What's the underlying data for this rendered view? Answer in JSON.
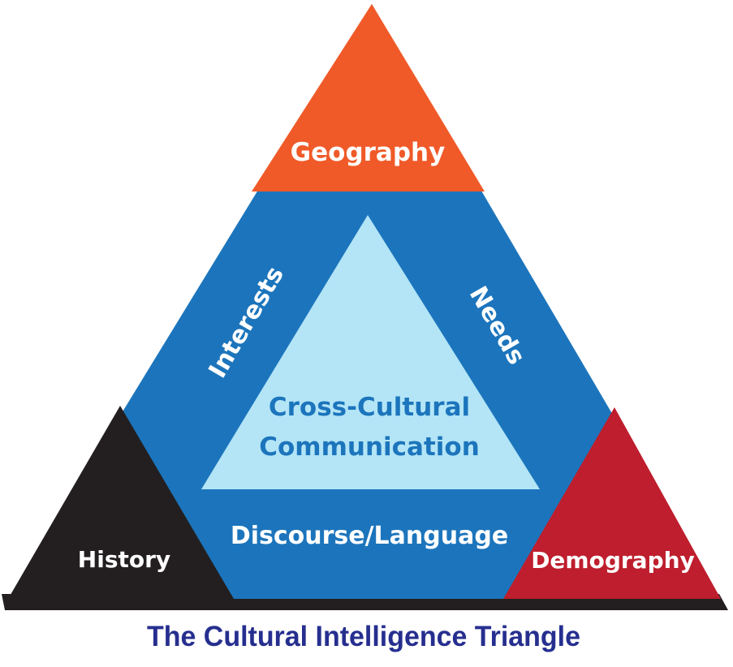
{
  "diagram": {
    "center": {
      "line1": "Cross-Cultural",
      "line2": "Communication"
    },
    "sides": {
      "left": "Interests",
      "right": "Needs",
      "bottom": "Discourse/Language"
    },
    "corners": {
      "top": "Geography",
      "bottom_left": "History",
      "bottom_right": "Demography"
    },
    "caption": "The Cultural Intelligence Triangle"
  },
  "colors": {
    "geography": "#f05a28",
    "history": "#231f20",
    "demography": "#be1e2d",
    "middle": "#1c75bc",
    "center": "#b3e5f7",
    "center_text": "#1c75bc",
    "label_text": "#ffffff",
    "caption_text": "#262f8f",
    "shadow": "#231f20"
  }
}
